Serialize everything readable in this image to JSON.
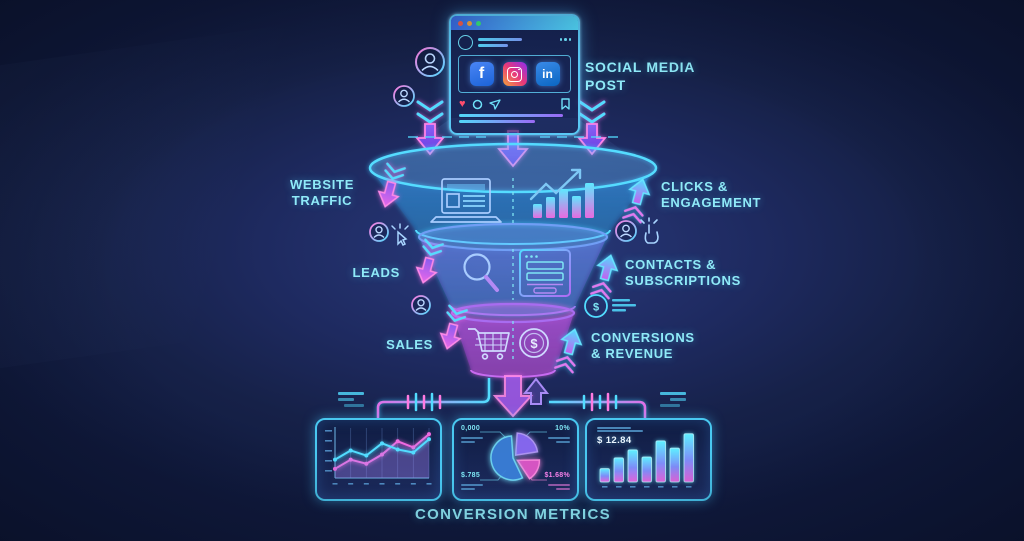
{
  "colors": {
    "background": "#16204b",
    "cyan_accent": "#52dcff",
    "purple_accent": "#8a63f5",
    "magenta_accent": "#ff6ad9",
    "label_text": "#8feaf8"
  },
  "glyphs": {
    "dollar": "$"
  },
  "social_post": {
    "label_line1": "SOCIAL MEDIA",
    "label_line2": "POST",
    "facebook_glyph": "f",
    "linkedin_glyph": "in",
    "icons": [
      "facebook-icon",
      "instagram-icon",
      "linkedin-icon",
      "heart-icon",
      "comment-icon",
      "share-icon",
      "bookmark-icon"
    ]
  },
  "funnel": {
    "stages": [
      {
        "left_label_lines": [
          "WEBSITE",
          "TRAFFIC"
        ],
        "right_label_lines": [
          "CLICKS &",
          "ENGAGEMENT"
        ],
        "icons": [
          "laptop-icon",
          "bar-chart-icon"
        ]
      },
      {
        "left_label_lines": [
          "LEADS",
          ""
        ],
        "right_label_lines": [
          "CONTACTS &",
          "SUBSCRIPTIONS"
        ],
        "icons": [
          "magnifier-icon",
          "form-icon"
        ]
      },
      {
        "left_label_lines": [
          "SALES",
          ""
        ],
        "right_label_lines": [
          "CONVERSIONS",
          "& REVENUE"
        ],
        "icons": [
          "cart-icon",
          "dollar-coin-icon"
        ]
      }
    ],
    "side_icons": [
      "user-avatar-icon",
      "click-cursor-icon",
      "hand-pointer-icon",
      "dollar-coin-icon"
    ]
  },
  "metrics": {
    "title": "CONVERSION METRICS",
    "pie_card": {
      "top_left": "0,000",
      "top_right": "10%",
      "bottom_left": "$.785",
      "bottom_right": "$1.68%"
    },
    "bar_card": {
      "value": "$ 12.84"
    }
  },
  "chart_data": [
    {
      "type": "line",
      "title": "traffic-trend",
      "x_tick_count": 7,
      "y_range": [
        0,
        1
      ],
      "grid": true,
      "series": [
        {
          "name": "magenta-series",
          "color": "#f06ae0",
          "values": [
            0.18,
            0.36,
            0.28,
            0.46,
            0.72,
            0.6,
            0.86
          ]
        },
        {
          "name": "cyan-series",
          "color": "#52dcff",
          "values": [
            0.36,
            0.54,
            0.44,
            0.68,
            0.56,
            0.5,
            0.76
          ]
        }
      ]
    },
    {
      "type": "pie",
      "title": "share-breakdown",
      "slices": [
        {
          "name": "primary",
          "value": 60,
          "color": "#3a7fd8",
          "stroke": "#6fd8f5"
        },
        {
          "name": "secondary",
          "value": 23,
          "color": "#8a6af5",
          "stroke": "#b49af8"
        },
        {
          "name": "tertiary",
          "value": 17,
          "color": "#e058c8",
          "stroke": "#ff8ae0"
        }
      ],
      "callouts": [
        "0,000",
        "10%",
        "$.785",
        "$1.68%"
      ]
    },
    {
      "type": "bar",
      "title": "revenue-bars",
      "values": [
        15,
        27,
        36,
        28,
        46,
        38,
        54
      ],
      "ylim": [
        0,
        56
      ],
      "value_label": "$ 12.84"
    }
  ]
}
